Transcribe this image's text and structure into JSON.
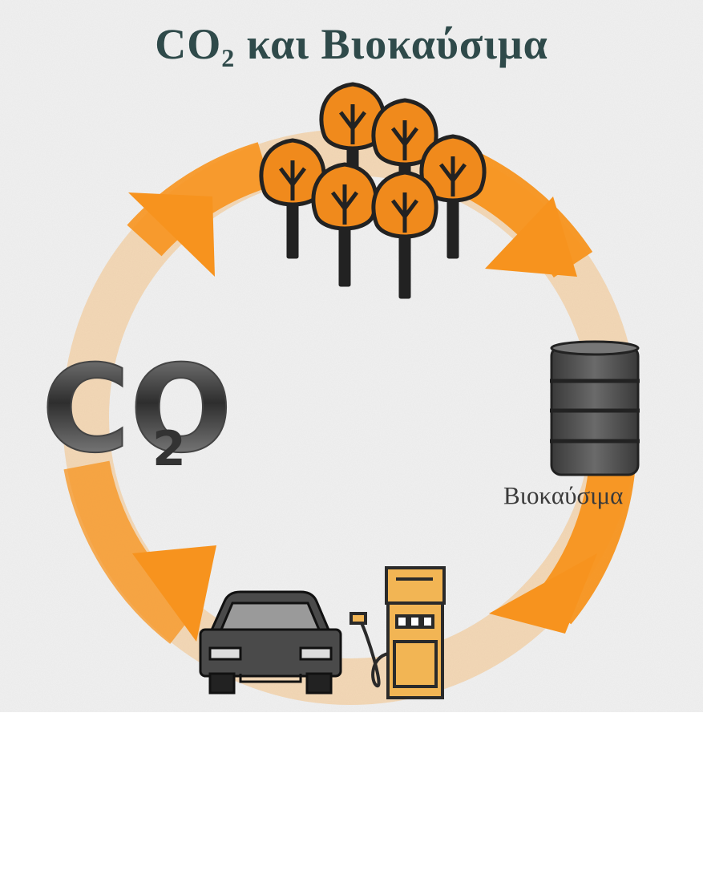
{
  "title": {
    "prefix": "CO",
    "subscript": "2",
    "suffix": " και Βιοκαύσιμα"
  },
  "co2_label": {
    "text": "CO",
    "subscript": "2"
  },
  "nodes": {
    "trees": {
      "icon": "trees-icon"
    },
    "barrel": {
      "icon": "oil-barrel-icon",
      "label": "Βιοκαύσιμα"
    },
    "car": {
      "icon": "car-icon"
    },
    "pump": {
      "icon": "fuel-pump-icon"
    }
  },
  "colors": {
    "arrow_dark": "#f7931e",
    "arrow_light": "#fde3c6",
    "tree_fill": "#f08a1c",
    "barrel": "#555555",
    "pump": "#f2b554",
    "car": "#4a4a4a",
    "title": "#2f4a4a"
  }
}
